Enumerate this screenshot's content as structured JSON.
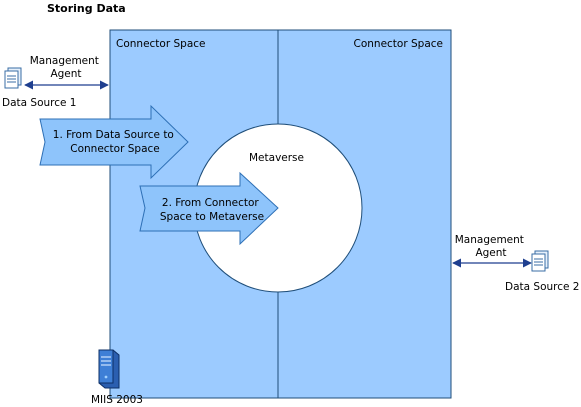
{
  "title": "Storing Data",
  "left_connector_space": "Connector Space",
  "right_connector_space": "Connector Space",
  "metaverse": "Metaverse",
  "management_agent_left": [
    "Management",
    "Agent"
  ],
  "management_agent_right": [
    "Management",
    "Agent"
  ],
  "data_source_1": "Data Source 1",
  "data_source_2": "Data Source 2",
  "step_1": [
    "1. From Data Source to",
    "Connector Space"
  ],
  "step_2": [
    "2. From Connector",
    "Space to Metaverse"
  ],
  "server_label": "MIIS 2003",
  "icons": {
    "data_source_1": "document-stack-icon",
    "data_source_2": "document-stack-icon",
    "server": "server-icon"
  },
  "colors": {
    "panel_fill": "#9ccbff",
    "panel_stroke": "#1f4e79",
    "arrow_fill": "#8ec4fb",
    "arrow_stroke": "#2d6fb5",
    "connector": "#1f3f8f"
  }
}
